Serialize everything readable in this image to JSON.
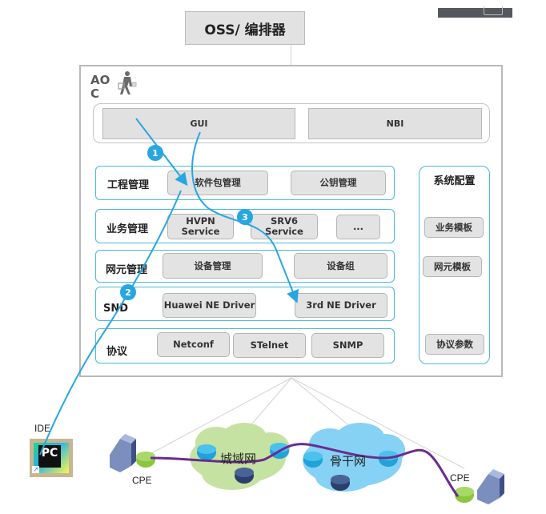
{
  "oss": {
    "title": "OSS/ 编排器"
  },
  "aoc": {
    "label": "AO C"
  },
  "top_layer": {
    "gui": "GUI",
    "nbi": "NBI"
  },
  "rows": [
    {
      "label": "工程管理",
      "items": [
        "软件包管理",
        "公钥管理"
      ]
    },
    {
      "label": "业务管理",
      "items": [
        "HVPN Service",
        "SRV6 Service",
        "..."
      ]
    },
    {
      "label": "网元管理",
      "items": [
        "设备管理",
        "设备组"
      ]
    },
    {
      "label": "SND",
      "items": [
        "Huawei NE Driver",
        "3rd NE Driver"
      ]
    },
    {
      "label": "协议",
      "items": [
        "Netconf",
        "STelnet",
        "SNMP"
      ]
    }
  ],
  "system_config": {
    "title": "系统配置",
    "items": [
      "业务模板",
      "网元模板",
      "协议参数"
    ]
  },
  "flow_steps": [
    "1",
    "2",
    "3"
  ],
  "network": {
    "ide_label": "IDE",
    "ide_icon_text": "PC",
    "metro_cloud": "城域网",
    "backbone_cloud": "骨干网",
    "cpe_left": "CPE",
    "cpe_right": "CPE"
  },
  "colors": {
    "flow_arrow": "#27a7e1",
    "row_border": "#4bb8dd",
    "service_path": "#6a2c91",
    "metro_cloud": "#c6e2a2",
    "backbone_cloud": "#86d2f4",
    "cpe_router": "#8cc63f"
  }
}
